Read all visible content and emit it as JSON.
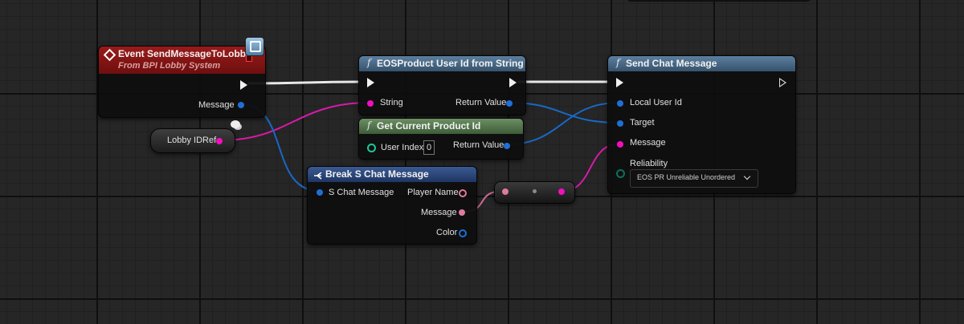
{
  "nodes": {
    "event": {
      "title": "Event SendMessageToLobby",
      "subtitle": "From BPI Lobby System",
      "out_message": "Message"
    },
    "eos_from_string": {
      "icon": "f",
      "title": "EOSProduct User Id from String",
      "in_string": "String",
      "out_return": "Return Value"
    },
    "get_product_id": {
      "icon": "f",
      "title": "Get Current Product Id",
      "in_user_index": "User Index",
      "user_index_value": "0",
      "out_return": "Return Value"
    },
    "send_chat": {
      "icon": "f",
      "title": "Send Chat Message",
      "in_local_user": "Local User Id",
      "in_target": "Target",
      "in_message": "Message",
      "in_reliability": "Reliability",
      "reliability_value": "EOS PR Unreliable Unordered"
    },
    "lobby_var": {
      "label": "Lobby IDRef"
    },
    "break_chat": {
      "title": "Break S Chat Message",
      "in_struct": "S Chat Message",
      "out_player": "Player Name",
      "out_message": "Message",
      "out_color": "Color"
    }
  },
  "colors": {
    "event_header": "#8a1414",
    "func_header": "#456785",
    "pure_header": "#4f6f4a",
    "struct_header": "#2d4b82",
    "string_pin": "#f20fbf",
    "object_pin": "#0e6fd6",
    "text_pin": "#e079a2",
    "int_pin": "#1fc79a",
    "enum_pin": "#0c6b5a"
  }
}
